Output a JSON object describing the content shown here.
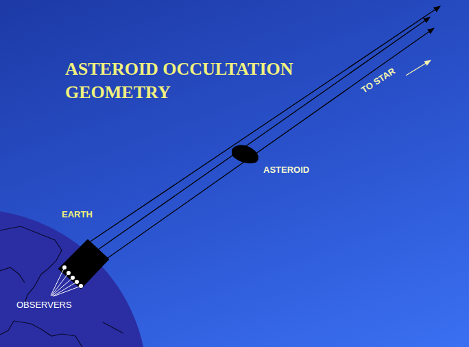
{
  "diagram": {
    "title": "ASTEROID OCCULTATION GEOMETRY",
    "labels": [
      "EARTH",
      "ASTEROID",
      "TO STAR",
      "OBSERVERS"
    ]
  }
}
